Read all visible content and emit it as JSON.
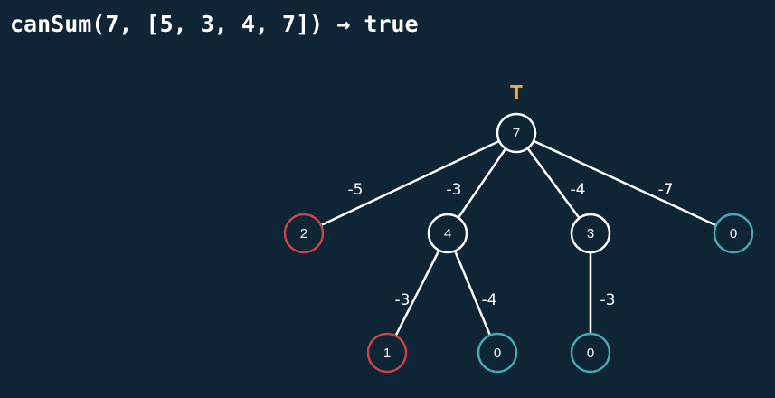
{
  "title": "canSum(7, [5, 3, 4, 7]) → true",
  "colors": {
    "background": "#0e2536",
    "default_node": "#ffffff",
    "false_node": "#c9434a",
    "true_node": "#4aa7b2",
    "root_marker": "#f2a93b"
  },
  "root_marker": "T",
  "nodes": [
    {
      "id": "n7",
      "label": "7",
      "state": "default"
    },
    {
      "id": "n2",
      "label": "2",
      "state": "false"
    },
    {
      "id": "n4",
      "label": "4",
      "state": "default"
    },
    {
      "id": "n3",
      "label": "3",
      "state": "default"
    },
    {
      "id": "n0a",
      "label": "0",
      "state": "true"
    },
    {
      "id": "n1",
      "label": "1",
      "state": "false"
    },
    {
      "id": "n0b",
      "label": "0",
      "state": "true"
    },
    {
      "id": "n0c",
      "label": "0",
      "state": "true"
    }
  ],
  "edges": [
    {
      "from": "n7",
      "to": "n2",
      "label": "-5"
    },
    {
      "from": "n7",
      "to": "n4",
      "label": "-3"
    },
    {
      "from": "n7",
      "to": "n3",
      "label": "-4"
    },
    {
      "from": "n7",
      "to": "n0a",
      "label": "-7"
    },
    {
      "from": "n4",
      "to": "n1",
      "label": "-3"
    },
    {
      "from": "n4",
      "to": "n0b",
      "label": "-4"
    },
    {
      "from": "n3",
      "to": "n0c",
      "label": "-3"
    }
  ]
}
